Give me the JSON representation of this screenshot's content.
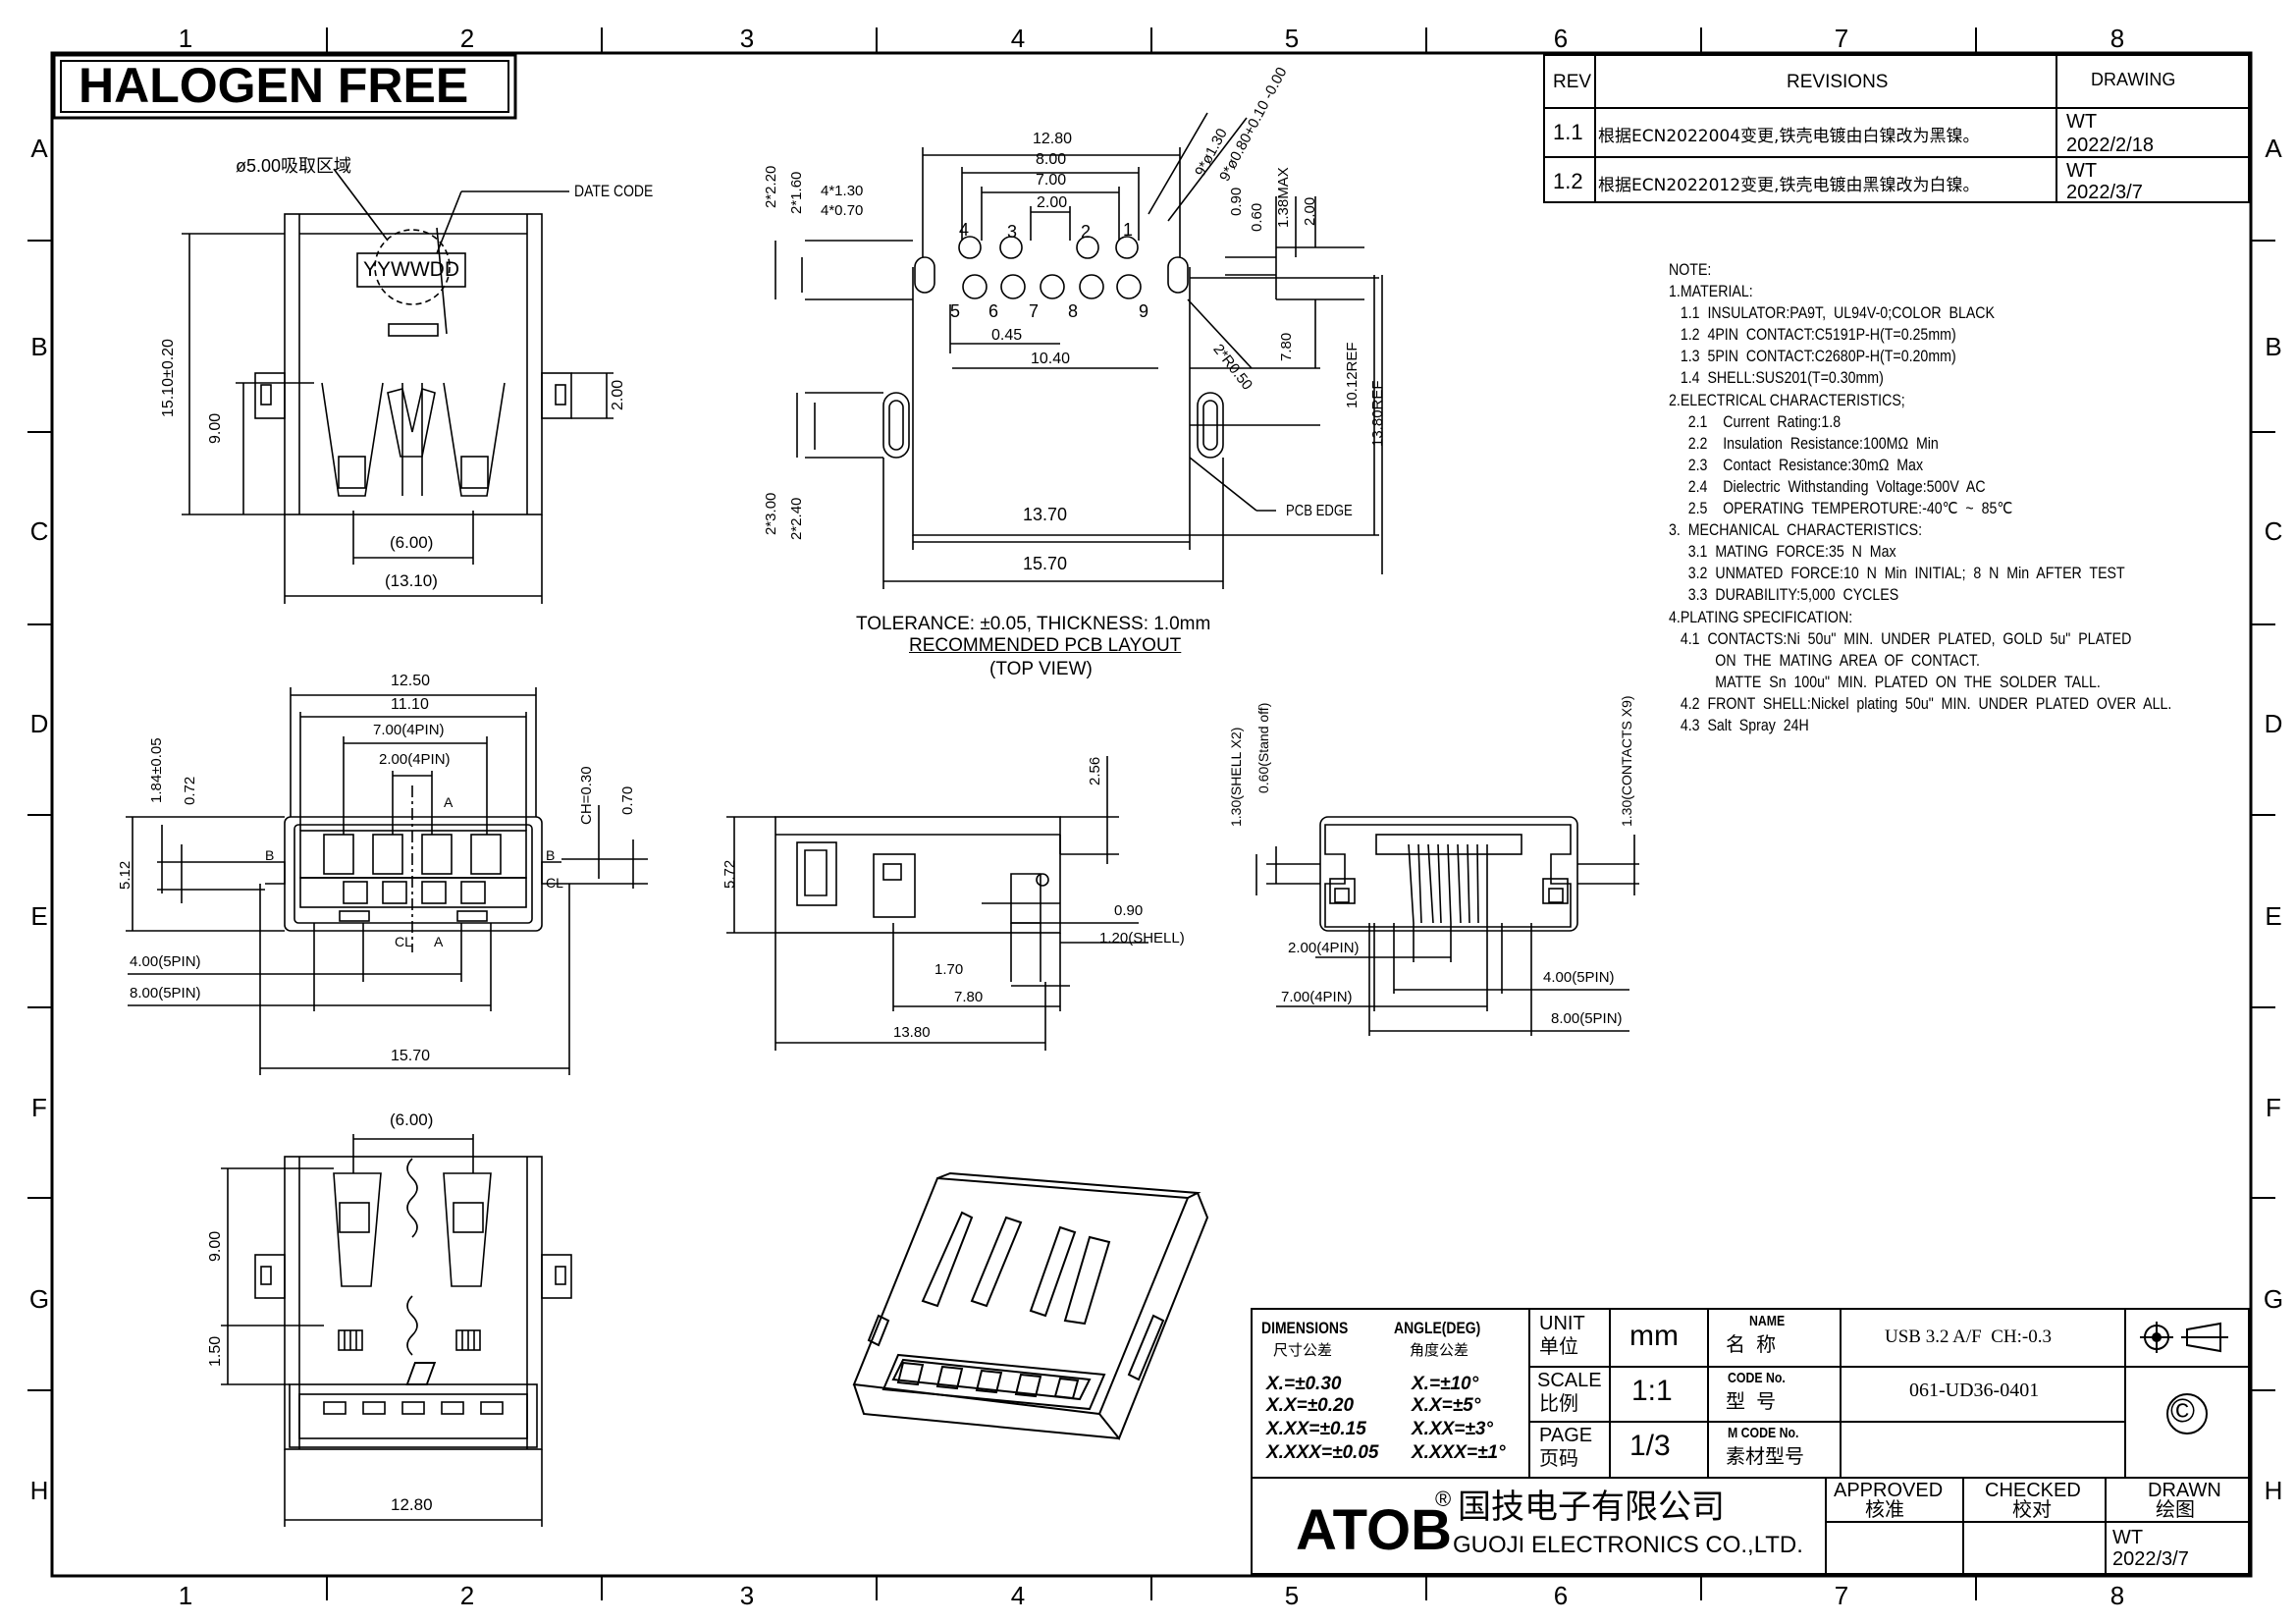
{
  "banner": {
    "title": "HALOGEN FREE"
  },
  "grid": {
    "columns": [
      "1",
      "2",
      "3",
      "4",
      "5",
      "6",
      "7",
      "8"
    ],
    "rows": [
      "A",
      "B",
      "C",
      "D",
      "E",
      "F",
      "G",
      "H"
    ]
  },
  "revisions": {
    "header": {
      "rev": "REV",
      "revisions": "REVISIONS",
      "drawing": "DRAWING"
    },
    "rows": [
      {
        "rev": "1.1",
        "desc": "根据ECN2022004变更,铁壳电镀由白镍改为黑镍。",
        "by": "WT",
        "date": "2022/2/18"
      },
      {
        "rev": "1.2",
        "desc": "根据ECN2022012变更,铁壳电镀由黑镍改为白镍。",
        "by": "WT",
        "date": "2022/3/7"
      }
    ]
  },
  "notes": [
    "NOTE:",
    "1.MATERIAL:",
    "   1.1  INSULATOR:PA9T,  UL94V-0;COLOR  BLACK",
    "   1.2  4PIN  CONTACT:C5191P-H(T=0.25mm)",
    "   1.3  5PIN  CONTACT:C2680P-H(T=0.20mm)",
    "   1.4  SHELL:SUS201(T=0.30mm)",
    "2.ELECTRICAL  CHARACTERISTICS;",
    "     2.1    Current  Rating:1.8",
    "     2.2    Insulation  Resistance:100MΩ  Min",
    "     2.3    Contact  Resistance:30mΩ  Max",
    "     2.4    Dielectric  Withstanding  Voltage:500V  AC",
    "     2.5    OPERATING  TEMPEROTURE:-40℃  ~  85℃",
    "3.  MECHANICAL  CHARACTERISTICS:",
    "     3.1  MATING  FORCE:35  N  Max",
    "     3.2  UNMATED  FORCE:10  N  Min  INITIAL;  8  N  Min  AFTER  TEST",
    "     3.3  DURABILITY:5,000  CYCLES",
    "4.PLATING  SPECIFICATION:",
    "   4.1  CONTACTS:Ni  50u\"  MIN.  UNDER  PLATED,  GOLD  5u\"  PLATED",
    "            ON  THE  MATING  AREA  OF  CONTACT.",
    "            MATTE  Sn  100u\"  MIN.  PLATED  ON  THE  SOLDER  TALL.",
    "   4.2  FRONT  SHELL:Nickel  plating  50u\"  MIN.  UNDER  PLATED  OVER  ALL.",
    "   4.3  Salt  Spray  24H"
  ],
  "pcb": {
    "caption1": "TOLERANCE: ±0.05, THICKNESS: 1.0mm",
    "caption2": "RECOMMENDED PCB LAYOUT",
    "caption3": "(TOP VIEW)",
    "pcb_edge": "PCB EDGE"
  },
  "dims": {
    "top": {
      "suction": "ø5.00吸取区域",
      "date_code": "DATE CODE",
      "yywwdd": "YYWWDD",
      "h15": "15.10±0.20",
      "h9": "9.00",
      "w6": "(6.00)",
      "w13": "(13.10)",
      "r200": "2.00"
    },
    "pcbd": {
      "d1280": "12.80",
      "d800": "8.00",
      "d700": "7.00",
      "d200": "2.00",
      "d4x130": "4*1.30",
      "d4x070": "4*0.70",
      "d2x220": "2*2.20",
      "d2x160": "2*1.60",
      "d9x130": "9*ø1.30",
      "d9x080": "9*ø0.80+0.10 -0.00",
      "d090": "0.90",
      "d060": "0.60",
      "d138": "1.38MAX",
      "d200b": "2.00",
      "d045": "0.45",
      "d1040": "10.40",
      "d780": "7.80",
      "d1012": "10.12REF",
      "d1380": "13.80REF",
      "d2xr050": "2*R0.50",
      "d2x300": "2*3.00",
      "d2x240": "2*2.40",
      "d1370": "13.70",
      "d1570": "15.70",
      "p4": "4",
      "p3": "3",
      "p2": "2",
      "p1": "1",
      "p5": "5",
      "p6": "6",
      "p7": "7",
      "p8": "8",
      "p9": "9"
    },
    "front": {
      "d1250": "12.50",
      "d1110": "11.10",
      "d700": "7.00(4PIN)",
      "d200": "2.00(4PIN)",
      "d184": "1.84±0.05",
      "d072": "0.72",
      "d512": "5.12",
      "ch030": "CH=0.30",
      "d070": "0.70",
      "d400": "4.00(5PIN)",
      "d800": "8.00(5PIN)",
      "d1570": "15.70",
      "a": "A",
      "b": "B",
      "cl": "CL"
    },
    "side": {
      "d256": "2.56",
      "d572": "5.72",
      "d090": "0.90",
      "d120": "1.20(SHELL)",
      "d170": "1.70",
      "d780": "7.80",
      "d1380": "13.80"
    },
    "rear": {
      "d130s": "1.30(SHELL X2)",
      "d060": "0.60(Stand off)",
      "d130c": "1.30(CONTACTS X9)",
      "d200": "2.00(4PIN)",
      "d700": "7.00(4PIN)",
      "d400": "4.00(5PIN)",
      "d800": "8.00(5PIN)"
    },
    "bottom": {
      "w6": "(6.00)",
      "h9": "9.00",
      "h150": "1.50",
      "w1280": "12.80"
    }
  },
  "title_block": {
    "dimensions": "DIMENSIONS",
    "dimensions_cn": "尺寸公差",
    "angle": "ANGLE(DEG)",
    "angle_cn": "角度公差",
    "tol": [
      "X.=±0.30",
      "X.X=±0.20",
      "X.XX=±0.15",
      "X.XXX=±0.05"
    ],
    "ang": [
      "X.=±10°",
      "X.X=±5°",
      "X.XX=±3°",
      "X.XXX=±1°"
    ],
    "unit": "UNIT",
    "unit_cn": "单位",
    "unit_val": "mm",
    "scale": "SCALE",
    "scale_cn": "比例",
    "scale_val": "1:1",
    "page": "PAGE",
    "page_cn": "页码",
    "page_val": "1/3",
    "name": "NAME",
    "name_cn": "名  称",
    "name_val": "USB 3.2 A/F  CH:-0.3",
    "code": "CODE No.",
    "code_cn": "型  号",
    "code_val": "061-UD36-0401",
    "mcode": "M CODE No.",
    "mcode_cn": "素材型号",
    "approved": "APPROVED",
    "approved_cn": "核准",
    "checked": "CHECKED",
    "checked_cn": "校对",
    "drawn": "DRAWN",
    "drawn_cn": "绘图",
    "drawn_by": "WT",
    "drawn_date": "2022/3/7",
    "copyright": "©",
    "logo": "ATOB",
    "reg": "®",
    "company_cn": "国技电子有限公司",
    "company_en": "GUOJI ELECTRONICS CO.,LTD."
  }
}
